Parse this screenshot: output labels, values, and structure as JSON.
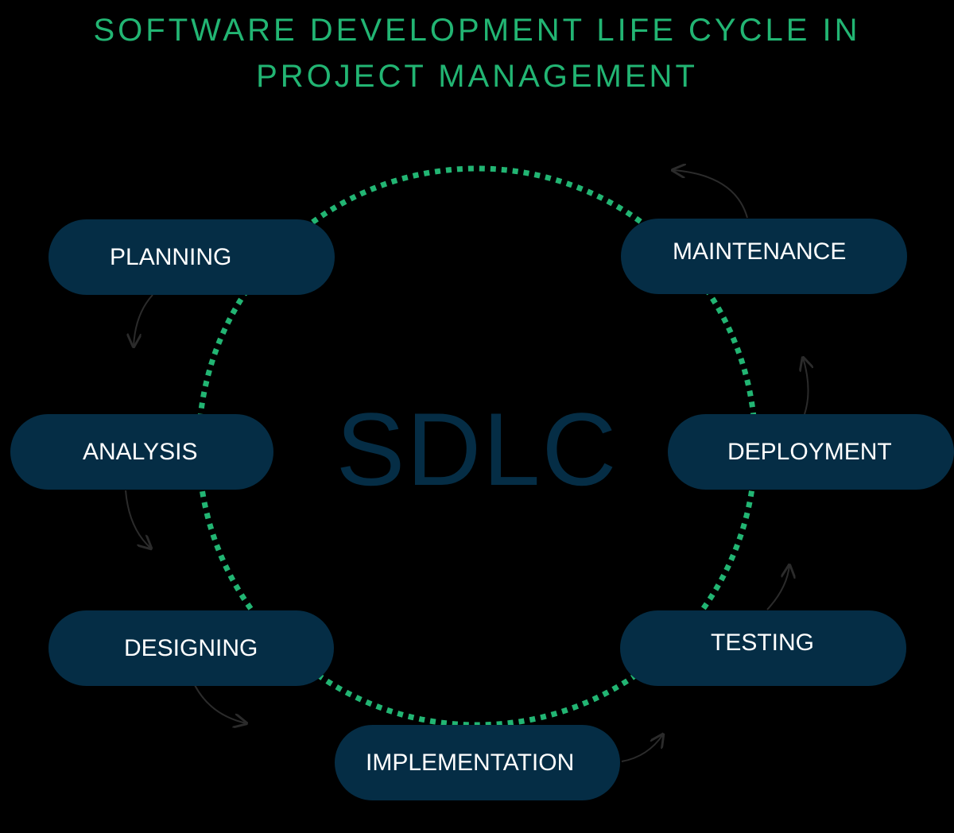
{
  "title": {
    "line1": "SOFTWARE DEVELOPMENT LIFE CYCLE IN",
    "line2": "PROJECT MANAGEMENT"
  },
  "center": {
    "label": "SDLC"
  },
  "colors": {
    "background": "#000000",
    "title": "#22b573",
    "pill": "#052d45",
    "pill_text": "#ffffff",
    "dotted_circle": "#22b573",
    "arrows": "#2b2b2b",
    "center_text": "#052d45"
  },
  "stages": [
    {
      "id": "planning",
      "label": "PLANNING"
    },
    {
      "id": "analysis",
      "label": "ANALYSIS"
    },
    {
      "id": "designing",
      "label": "DESIGNING"
    },
    {
      "id": "implementation",
      "label": "IMPLEMENTATION"
    },
    {
      "id": "testing",
      "label": "TESTING"
    },
    {
      "id": "deployment",
      "label": "DEPLOYMENT"
    },
    {
      "id": "maintenance",
      "label": "MAINTENANCE"
    }
  ]
}
